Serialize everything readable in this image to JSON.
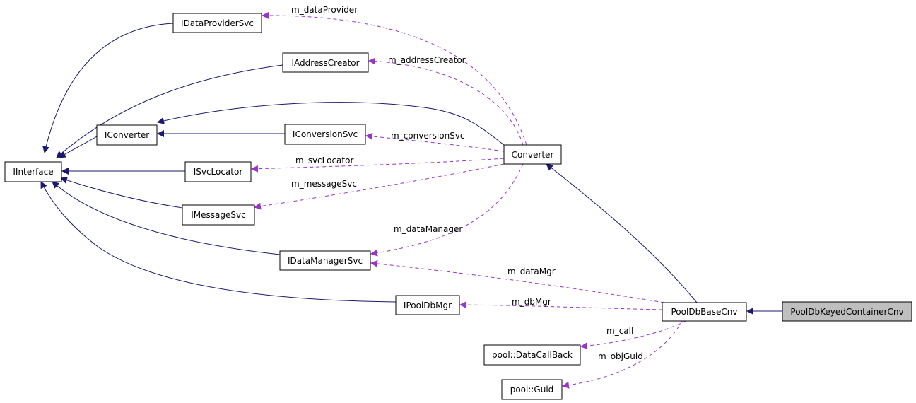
{
  "colors": {
    "inheritance_edge": "#191970",
    "usage_edge": "#9a32cd",
    "highlight_fill": "#bfbfbf"
  },
  "nodes": {
    "iinterface": "IInterface",
    "iconverter": "IConverter",
    "idataprovidersvc": "IDataProviderSvc",
    "iaddresscreator": "IAddressCreator",
    "iconversionsvc": "IConversionSvc",
    "isvclocator": "ISvcLocator",
    "imessagesvc": "IMessageSvc",
    "idatamanagersvc": "IDataManagerSvc",
    "ipooldbmgr": "IPoolDbMgr",
    "converter": "Converter",
    "pooldbbasecnv": "PoolDbBaseCnv",
    "pooldbkeyedcontainercnv": "PoolDbKeyedContainerCnv",
    "pool_datacallback": "pool::DataCallBack",
    "pool_guid": "pool::Guid"
  },
  "edge_labels": {
    "m_dataProvider": "m_dataProvider",
    "m_addressCreator": "m_addressCreator",
    "m_conversionSvc": "m_conversionSvc",
    "m_svcLocator": "m_svcLocator",
    "m_messageSvc": "m_messageSvc",
    "m_dataManager": "m_dataManager",
    "m_dataMgr": "m_dataMgr",
    "m_dbMgr": "m_dbMgr",
    "m_call": "m_call",
    "m_objGuid": "m_objGuid"
  }
}
